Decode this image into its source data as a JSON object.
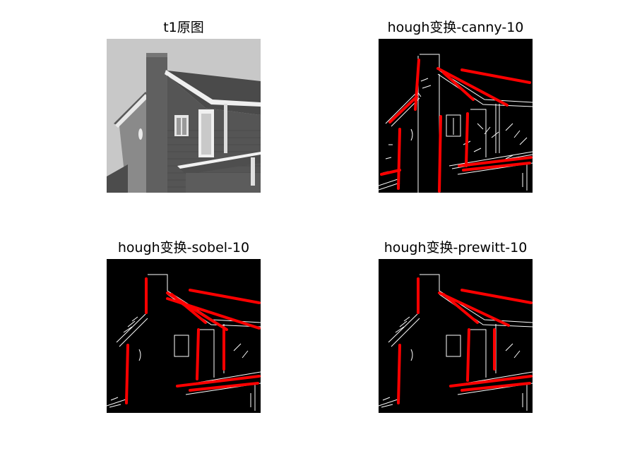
{
  "figure": {
    "panels": [
      {
        "title": "t1原图",
        "kind": "original-photo"
      },
      {
        "title": "hough变换-canny-10",
        "kind": "edges-with-hough-lines"
      },
      {
        "title": "hough变换-sobel-10",
        "kind": "edges-with-hough-lines"
      },
      {
        "title": "hough变换-prewitt-10",
        "kind": "edges-with-hough-lines"
      }
    ],
    "colors": {
      "background": "#ffffff",
      "edge_background": "#000000",
      "edges": "#ffffff",
      "hough_lines": "#ff0000"
    }
  }
}
